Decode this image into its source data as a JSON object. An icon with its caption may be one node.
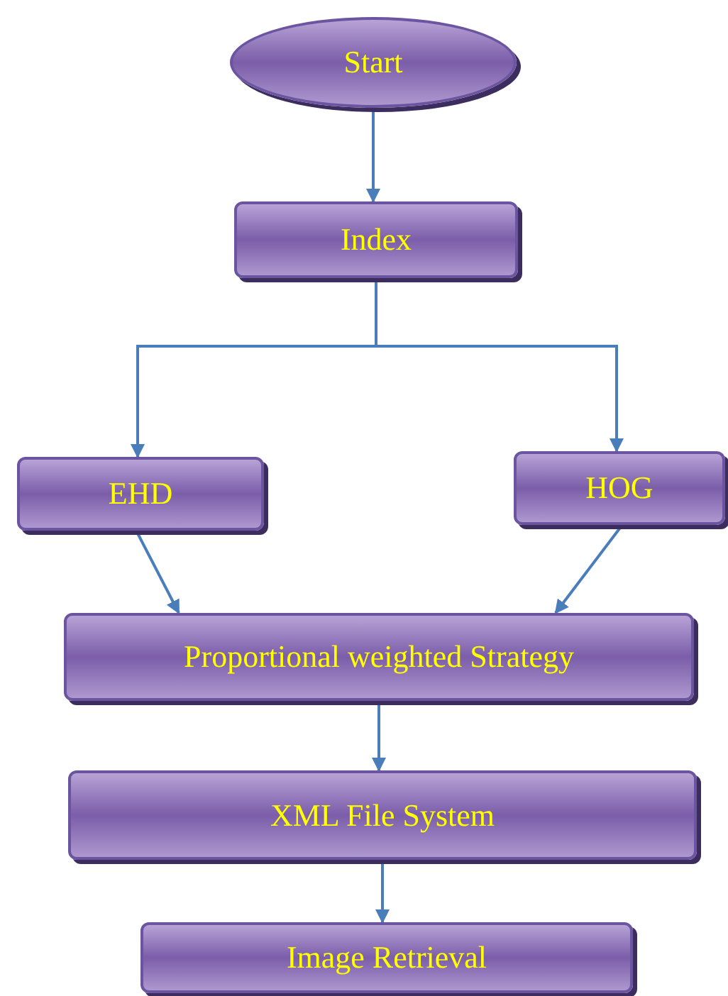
{
  "diagram": {
    "nodes": [
      {
        "text": [
          "Start"
        ]
      },
      {
        "text": [
          "Index"
        ]
      },
      {
        "text": [
          "EHD"
        ]
      },
      {
        "text": [
          "HOG"
        ]
      },
      {
        "text": [
          "Proportional weighted Strategy"
        ]
      },
      {
        "text": [
          "XML File System"
        ]
      },
      {
        "text": [
          "Image Retrieval"
        ]
      }
    ],
    "edges": [
      {
        "from": 0,
        "to": 1,
        "arrow": "to"
      },
      {
        "from": 1,
        "to": 2,
        "arrow": "to"
      },
      {
        "from": 1,
        "to": 3,
        "arrow": "to"
      },
      {
        "from": 2,
        "to": 4,
        "arrow": "to"
      },
      {
        "from": 3,
        "to": 4,
        "arrow": "to"
      },
      {
        "from": 4,
        "to": 5,
        "arrow": "to"
      },
      {
        "from": 5,
        "to": 6,
        "arrow": "to"
      }
    ]
  }
}
